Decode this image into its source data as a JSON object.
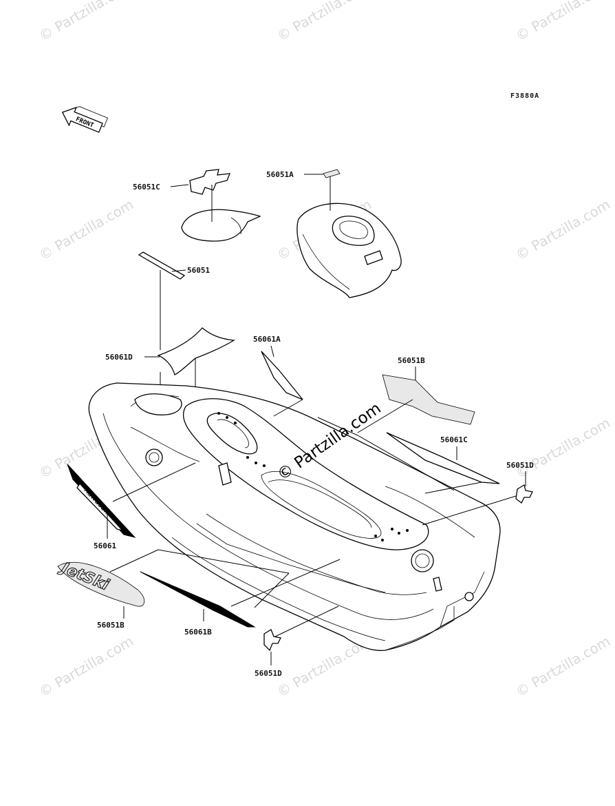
{
  "figure_code": "F3880A",
  "front_arrow_text": "FRONT",
  "watermark_text": "© Partzilla.com",
  "center_watermark_text": "© Partzilla.com",
  "callouts": [
    {
      "id": "c-56051C",
      "label": "56051C"
    },
    {
      "id": "c-56051A",
      "label": "56051A"
    },
    {
      "id": "c-56051",
      "label": "56051"
    },
    {
      "id": "c-56061D",
      "label": "56061D"
    },
    {
      "id": "c-56061A",
      "label": "56061A"
    },
    {
      "id": "c-56051B-top",
      "label": "56051B"
    },
    {
      "id": "c-56061C",
      "label": "56061C"
    },
    {
      "id": "c-56051D-right",
      "label": "56051D"
    },
    {
      "id": "c-56061",
      "label": "56061"
    },
    {
      "id": "c-56051B-bottom",
      "label": "56051B"
    },
    {
      "id": "c-56061B",
      "label": "56061B"
    },
    {
      "id": "c-56051D-bottom",
      "label": "56051D"
    }
  ],
  "decal_text": {
    "kawasaki": "Kawasaki",
    "jetski": "JetSki"
  }
}
